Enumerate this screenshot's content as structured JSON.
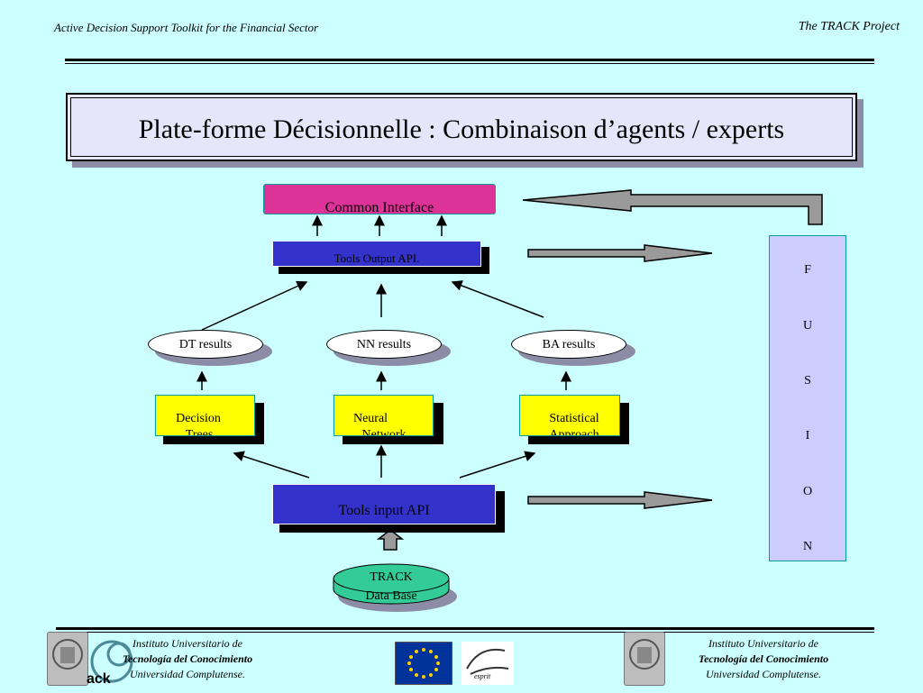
{
  "header": {
    "left": "Active Decision Support Toolkit for the Financial Sector",
    "right": "The TRACK Project"
  },
  "title": "Plate-forme Décisionnelle : Combinaison d’agents / experts",
  "diagram": {
    "common_interface": "Common  Interface",
    "tools_output": "Tools  Output   API.",
    "dt_results": "DT  results",
    "nn_results": "NN results",
    "ba_results": "BA results",
    "decision_trees_1": "Decision",
    "decision_trees_2": "Trees",
    "neural_network_1": "Neural",
    "neural_network_2": "Network",
    "statistical_1": "Statistical",
    "statistical_2": "Approach",
    "tools_input": "Tools  input   API",
    "database_1": "TRACK",
    "database_2": "Data Base",
    "fusion": [
      "F",
      "U",
      "S",
      "I",
      "O",
      "N"
    ]
  },
  "footer": {
    "left": [
      "Instituto  Universitario de",
      "Tecnología del  Conocimiento",
      "Universidad Complutense."
    ],
    "right": [
      "Instituto  Universitario de",
      "Tecnología del  Conocimiento",
      "Universidad Complutense."
    ],
    "logo_text": "ack",
    "esprit": "esprit"
  },
  "colors": {
    "background": "#ccffff",
    "common_interface": "#dd3399",
    "api_box": "#3333cc",
    "tool_box": "#ffff00",
    "database": "#33cc99",
    "fusion": "#ccccff"
  },
  "icons": [
    "university-seal-icon",
    "track-logo-icon",
    "eu-flag-icon",
    "esprit-logo-icon"
  ]
}
